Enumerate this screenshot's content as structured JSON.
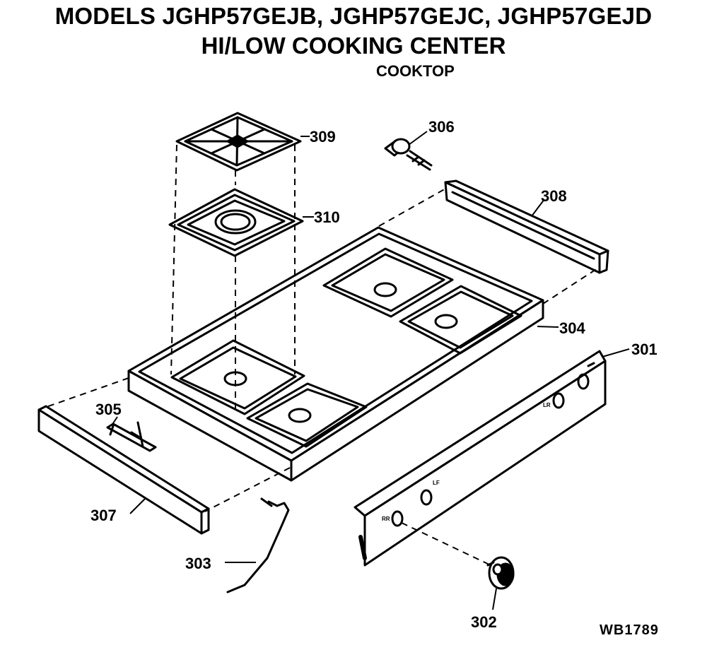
{
  "header": {
    "line1": "MODELS JGHP57GEJB, JGHP57GEJC, JGHP57GEJD",
    "line2": "HI/LOW COOKING CENTER",
    "line3": "COOKTOP"
  },
  "parts": {
    "p301": "301",
    "p302": "302",
    "p303": "303",
    "p304": "304",
    "p305": "305",
    "p306": "306",
    "p307": "307",
    "p308": "308",
    "p309": "309",
    "p310": "310"
  },
  "panel_marks": {
    "m1": "LR",
    "m2": "LF",
    "m3": "RR"
  },
  "diagram_code": "WB1789"
}
